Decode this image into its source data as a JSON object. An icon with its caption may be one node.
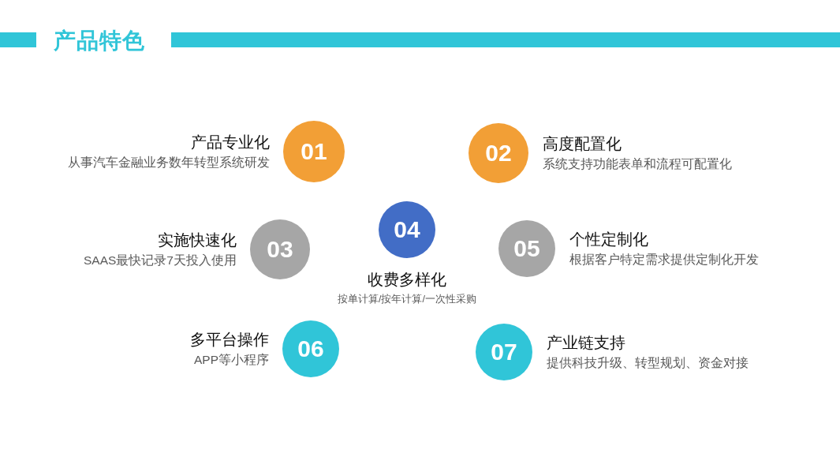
{
  "diagram": {
    "title": "产品特色",
    "nodes": [
      {
        "text": [
          "01"
        ],
        "beside": [
          "产品专业化",
          "从事汽车金融业务数年转型系统研发"
        ]
      },
      {
        "text": [
          "02"
        ],
        "beside": [
          "高度配置化",
          "系统支持功能表单和流程可配置化"
        ]
      },
      {
        "text": [
          "03"
        ],
        "beside": [
          "实施快速化",
          "SAAS最快记录7天投入使用"
        ]
      },
      {
        "text": [
          "04"
        ],
        "beside": [
          "收费多样化",
          "按单计算/按年计算/一次性采购"
        ]
      },
      {
        "text": [
          "05"
        ],
        "beside": [
          "个性定制化",
          "根据客户特定需求提供定制化开发"
        ]
      },
      {
        "text": [
          "06"
        ],
        "beside": [
          "多平台操作",
          "APP等小程序"
        ]
      },
      {
        "text": [
          "07"
        ],
        "beside": [
          "产业链支持",
          "提供科技升级、转型规划、资金对接"
        ]
      }
    ]
  }
}
